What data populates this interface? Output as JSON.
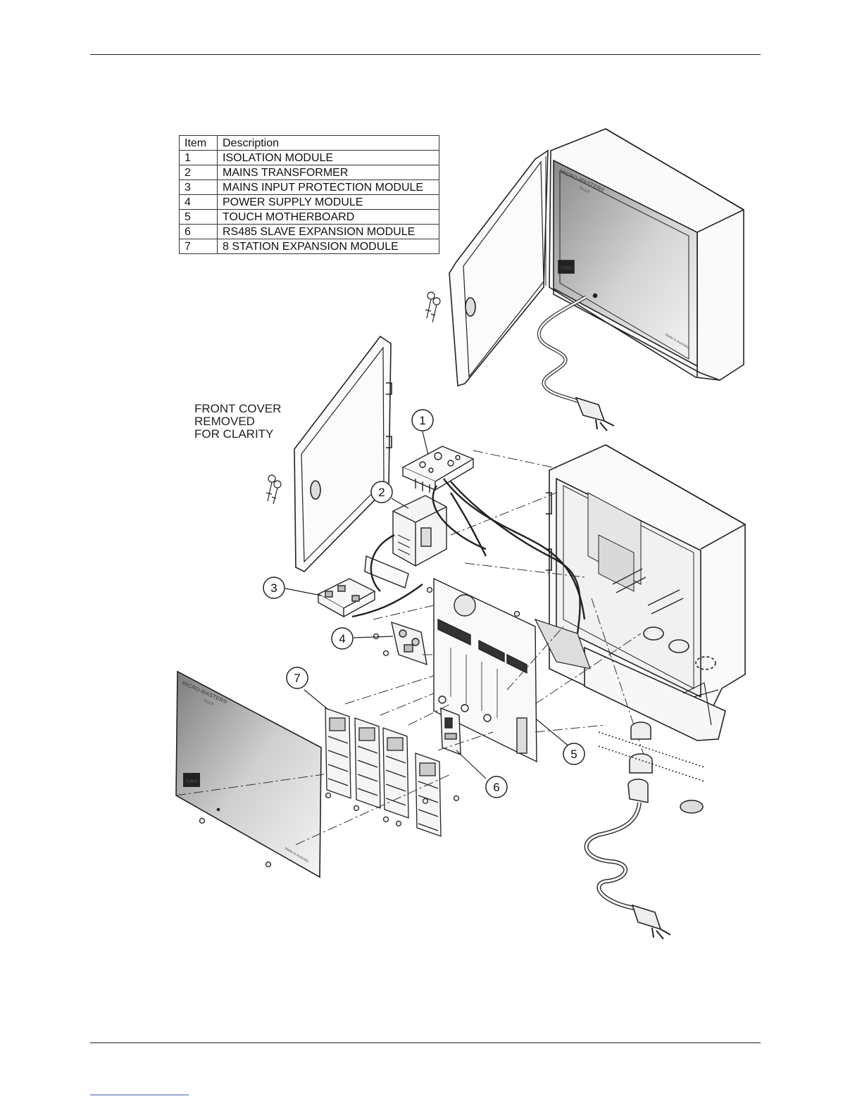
{
  "parts_table": {
    "headers": [
      "Item",
      "Description"
    ],
    "rows": [
      {
        "item": "1",
        "description": "ISOLATION MODULE"
      },
      {
        "item": "2",
        "description": "MAINS TRANSFORMER"
      },
      {
        "item": "3",
        "description": "MAINS INPUT PROTECTION MODULE"
      },
      {
        "item": "4",
        "description": "POWER SUPPLY MODULE"
      },
      {
        "item": "5",
        "description": "TOUCH MOTHERBOARD"
      },
      {
        "item": "6",
        "description": "RS485 SLAVE EXPANSION MODULE"
      },
      {
        "item": "7",
        "description": "8 STATION EXPANSION MODULE"
      }
    ]
  },
  "note_lines": [
    "FRONT COVER",
    "REMOVED",
    "FOR CLARITY"
  ],
  "callouts": [
    "1",
    "2",
    "3",
    "4",
    "5",
    "6",
    "7"
  ],
  "brand": {
    "product": "MICRO-MASTER®",
    "sub": "Touch",
    "made_in": "Made in Australia",
    "logo": "TORO"
  }
}
